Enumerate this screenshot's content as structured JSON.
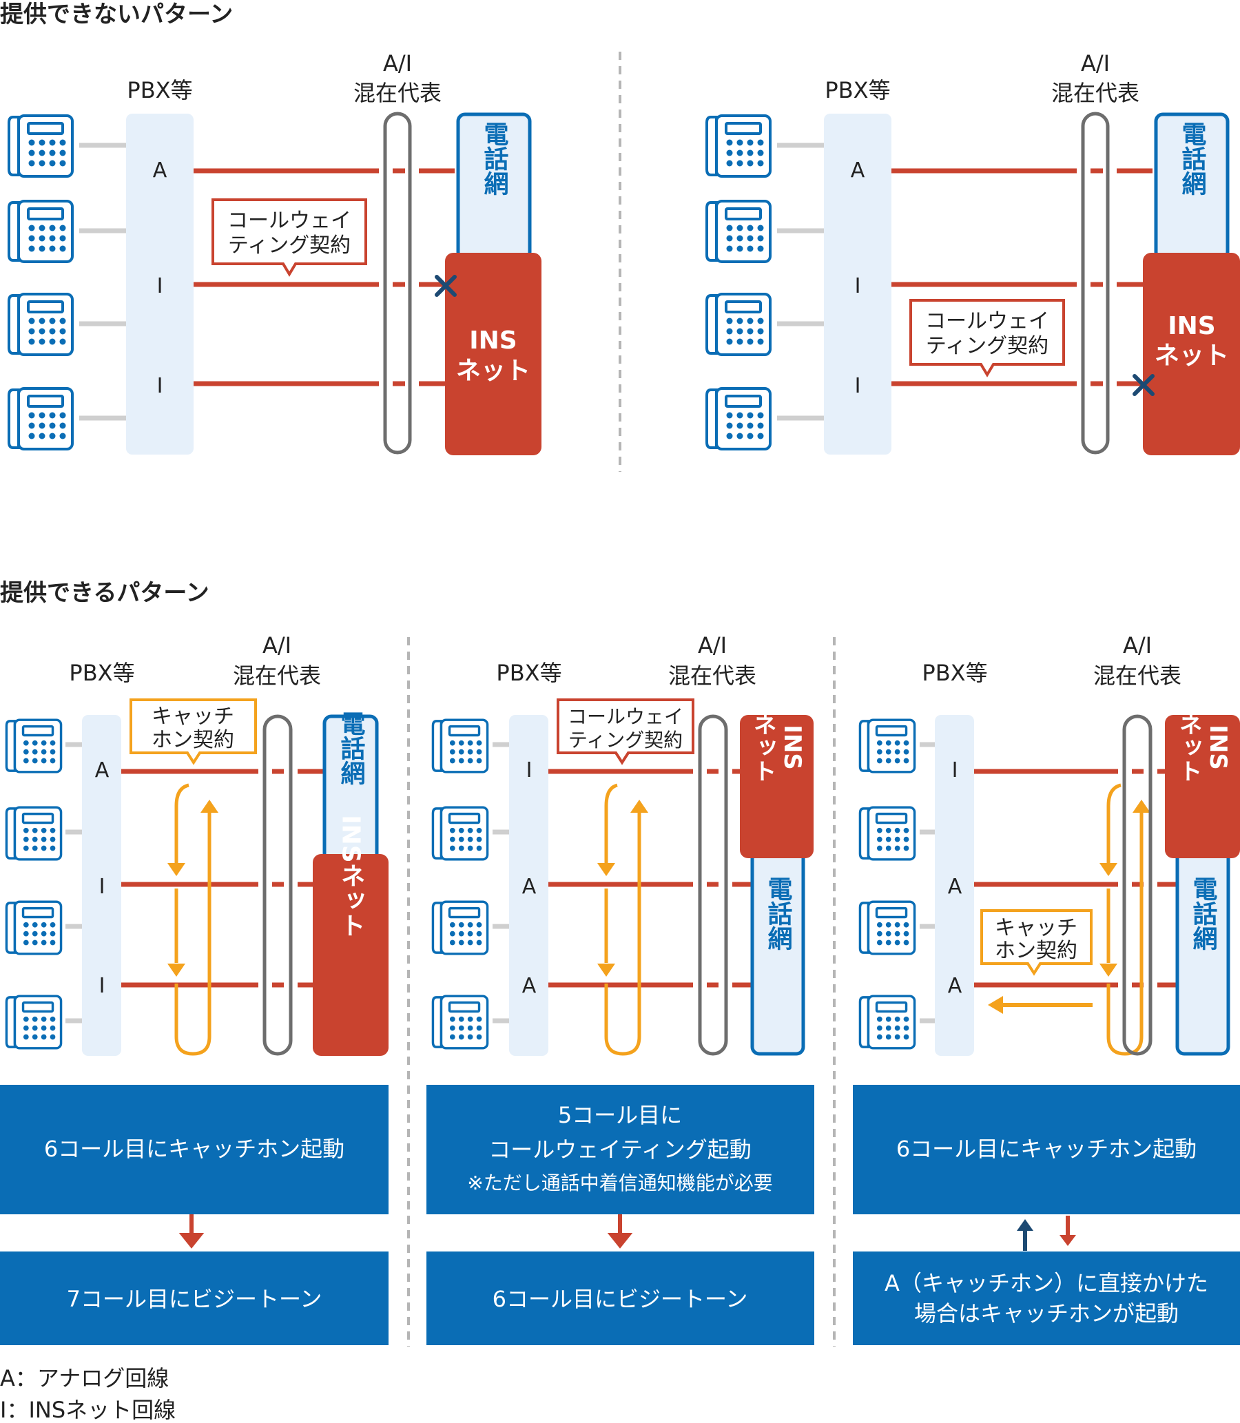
{
  "sections": {
    "unavailable_title": "提供できないパターン",
    "available_title": "提供できるパターン"
  },
  "labels": {
    "pbx": "PBX等",
    "ai_line1": "A/I",
    "ai_line2": "混在代表",
    "phone_net": "電話網",
    "ins_net": "INSネット",
    "ins_line1": "INS",
    "ins_line2": "ネット"
  },
  "contracts": {
    "call_waiting_l1": "コールウェイ",
    "call_waiting_l2": "ティング契約",
    "catchphone_l1": "キャッチ",
    "catchphone_l2": "ホン契約"
  },
  "unavailable": [
    {
      "lines": [
        "A",
        "I",
        "I"
      ]
    },
    {
      "lines": [
        "A",
        "I",
        "I"
      ]
    }
  ],
  "available": [
    {
      "lines": [
        "A",
        "I",
        "I"
      ],
      "box1": [
        "6コール目にキャッチホン起動"
      ],
      "box2": [
        "7コール目にビジートーン"
      ]
    },
    {
      "lines": [
        "I",
        "A",
        "A"
      ],
      "box1": [
        "5コール目に",
        "コールウェイティング起動",
        "※ただし通話中着信通知機能が必要"
      ],
      "box2": [
        "6コール目にビジートーン"
      ]
    },
    {
      "lines": [
        "I",
        "A",
        "A"
      ],
      "box1": [
        "6コール目にキャッチホン起動"
      ],
      "box2": [
        "A（キャッチホン）に直接かけた",
        "場合はキャッチホンが起動"
      ]
    }
  ],
  "legend": {
    "a": "A：アナログ回線",
    "i": "I：INSネット回線"
  },
  "colors": {
    "red": "#c9432f",
    "blue": "#0a6db5",
    "orange": "#f4a21d",
    "navy": "#1d4a73",
    "pbx_fill": "#e6f0fa",
    "gray": "#6d6d6d"
  }
}
